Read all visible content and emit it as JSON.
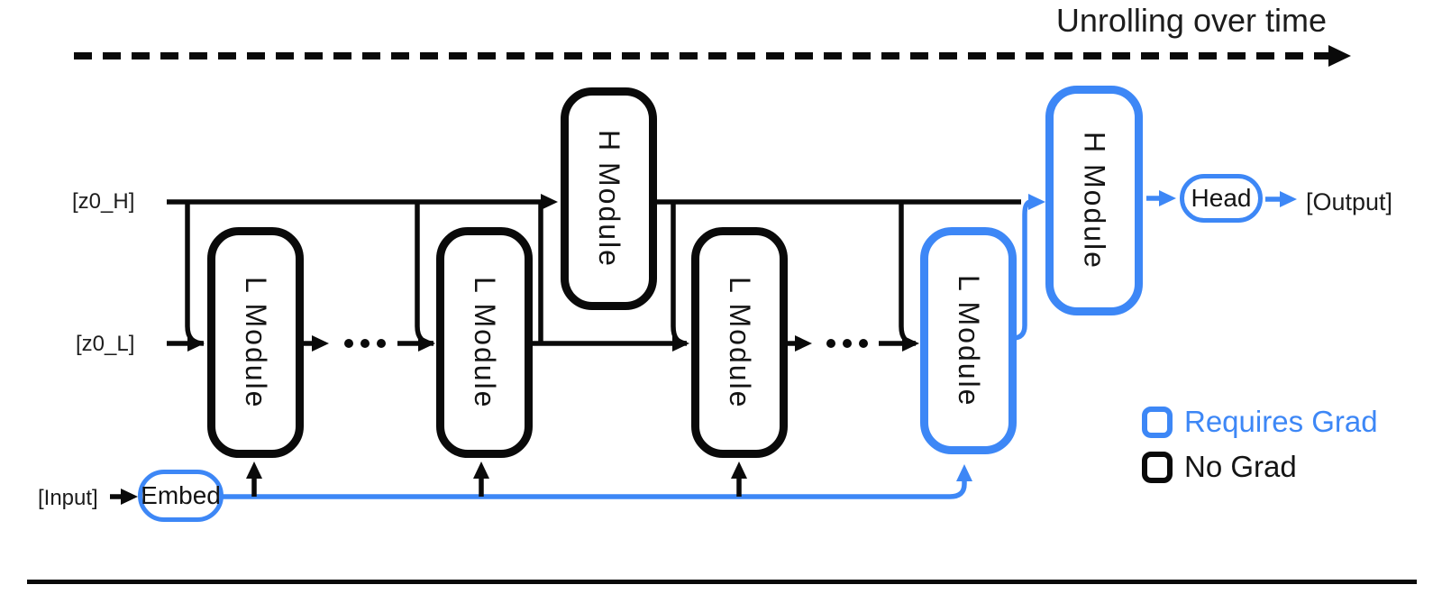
{
  "header": {
    "title": "Unrolling over time"
  },
  "io_labels": {
    "z0_h": "[z0_H]",
    "z0_l": "[z0_L]",
    "input": "[Input]",
    "output": "[Output]"
  },
  "nodes": {
    "embed_label": "Embed",
    "head_label": "Head",
    "modules": [
      {
        "label": "L Module",
        "grad": "no"
      },
      {
        "label": "L Module",
        "grad": "no"
      },
      {
        "label": "H Module",
        "grad": "no"
      },
      {
        "label": "L Module",
        "grad": "no"
      },
      {
        "label": "L Module",
        "grad": "requires"
      },
      {
        "label": "H Module",
        "grad": "requires"
      }
    ]
  },
  "legend": {
    "requires_grad": {
      "label": "Requires Grad",
      "color": "#3d87f6"
    },
    "no_grad": {
      "label": "No Grad",
      "color": "#0a0a0a"
    }
  },
  "colors": {
    "accent_blue": "#3d87f6",
    "line_black": "#0a0a0a"
  }
}
